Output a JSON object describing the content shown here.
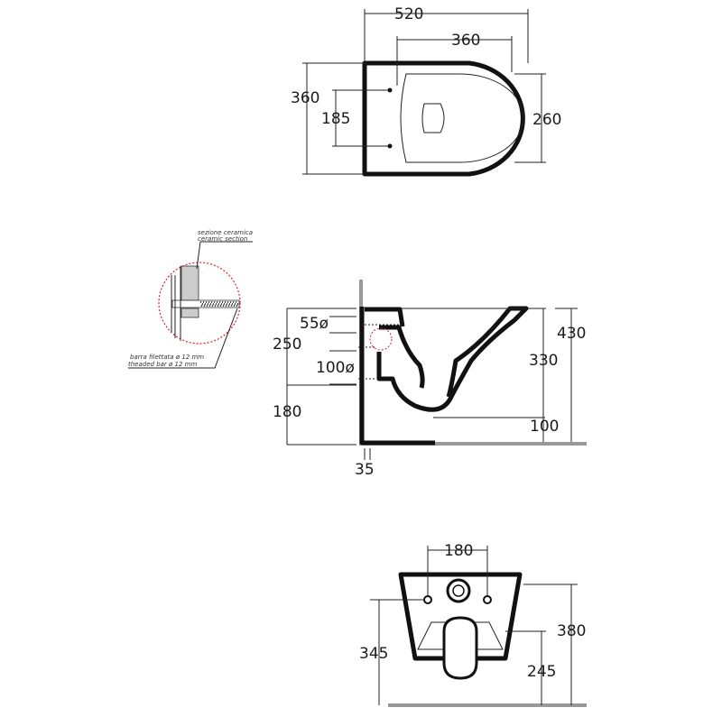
{
  "top_view": {
    "width": "520",
    "inner_width": "360",
    "depth": "360",
    "fixing_spacing": "185",
    "inner_depth": "260"
  },
  "side_view": {
    "rim_height": "430",
    "bowl_height": "330",
    "outlet_height": "100",
    "inlet_size": "55ø",
    "outlet_size": "100ø",
    "upper_height": "250",
    "lower_height": "180",
    "wall_gap": "35"
  },
  "detail": {
    "ceramic_section_it": "sezione ceramica",
    "ceramic_section_en": "ceramic section",
    "bar_it": "barra filettata ø 12 mm",
    "bar_en": "theaded bar ø 12 mm"
  },
  "front_view": {
    "fixing_spacing": "180",
    "total_height": "380",
    "left_height": "345",
    "outlet_height": "245"
  },
  "colors": {
    "line": "#111111",
    "floor": "#999999",
    "detail_circle": "#e02020"
  }
}
